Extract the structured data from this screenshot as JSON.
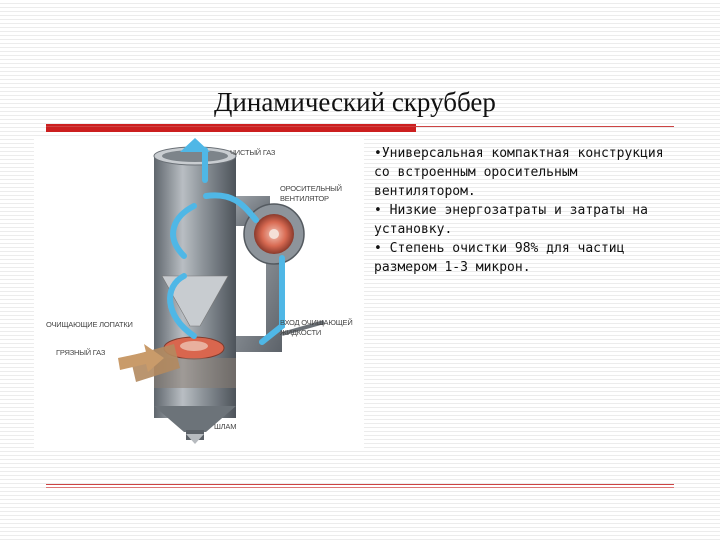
{
  "slide": {
    "title": "Динамический скруббер",
    "bullets": [
      "•Универсальная компактная конструкция со встроенным оросительным вентилятором.",
      "• Низкие энергозатраты и затраты на установку.",
      "• Степень очистки 98% для частиц размером 1-3 микрон."
    ]
  },
  "diagram": {
    "labels": {
      "clean_gas": "ЧИСТЫЙ ГАЗ",
      "spray_fan_1": "ОРОСИТЕЛЬНЫЙ",
      "spray_fan_2": "ВЕНТИЛЯТОР",
      "cleaning_blades": "ОЧИЩАЮЩИЕ ЛОПАТКИ",
      "liquid_inlet_1": "ВХОД ОЧИЩАЮЩЕЙ",
      "liquid_inlet_2": "ЖИДКОСТИ",
      "dirty_gas": "ГРЯЗНЫЙ ГАЗ",
      "sludge": "ШЛАМ"
    },
    "colors": {
      "flow": "#4fb7e6",
      "body": "#8d949b",
      "rotor": "#e0604a",
      "dirty_gas": "#b38a5f"
    }
  }
}
